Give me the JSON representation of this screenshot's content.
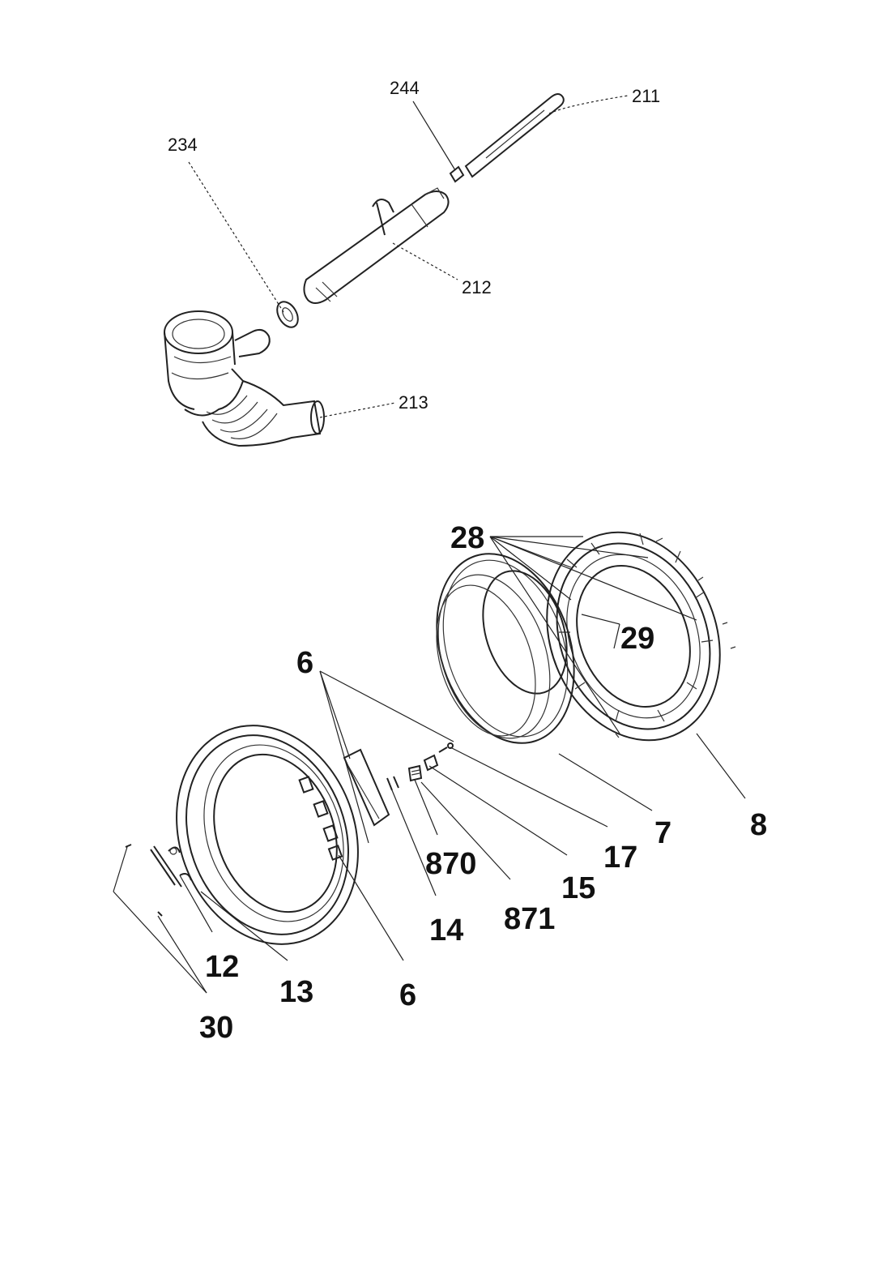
{
  "labels": {
    "l211": "211",
    "l244": "244",
    "l234": "234",
    "l212": "212",
    "l213": "213",
    "l28": "28",
    "l29": "29",
    "l6_top": "6",
    "l7": "7",
    "l8": "8",
    "l17": "17",
    "l15": "15",
    "l870": "870",
    "l871": "871",
    "l14": "14",
    "l12": "12",
    "l13": "13",
    "l6_bottom": "6",
    "l30": "30"
  }
}
